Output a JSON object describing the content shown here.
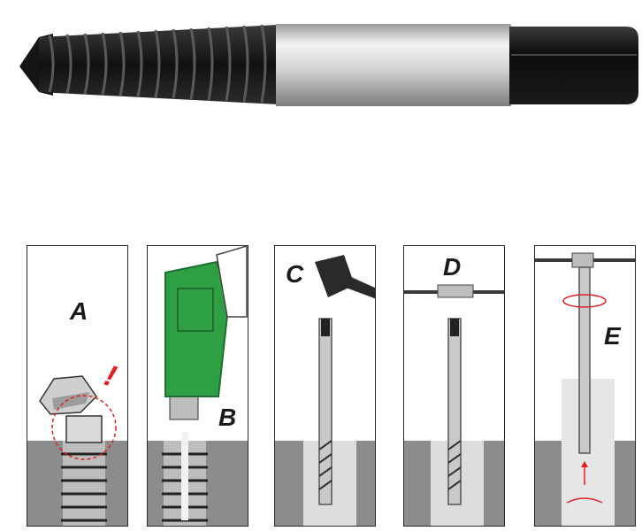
{
  "hero": {
    "icon": "screw-extractor-tool-image"
  },
  "steps": [
    {
      "id": "A",
      "label": "A",
      "warning": "!"
    },
    {
      "id": "B",
      "label": "B"
    },
    {
      "id": "C",
      "label": "C"
    },
    {
      "id": "D",
      "label": "D"
    },
    {
      "id": "E",
      "label": "E"
    }
  ],
  "colors": {
    "drill_green": "#2ea043",
    "warning_red": "#e02020",
    "ground_gray": "#8c8c8c",
    "shank_silver": "#c9c9c9",
    "thread_black": "#1c1c1c"
  }
}
